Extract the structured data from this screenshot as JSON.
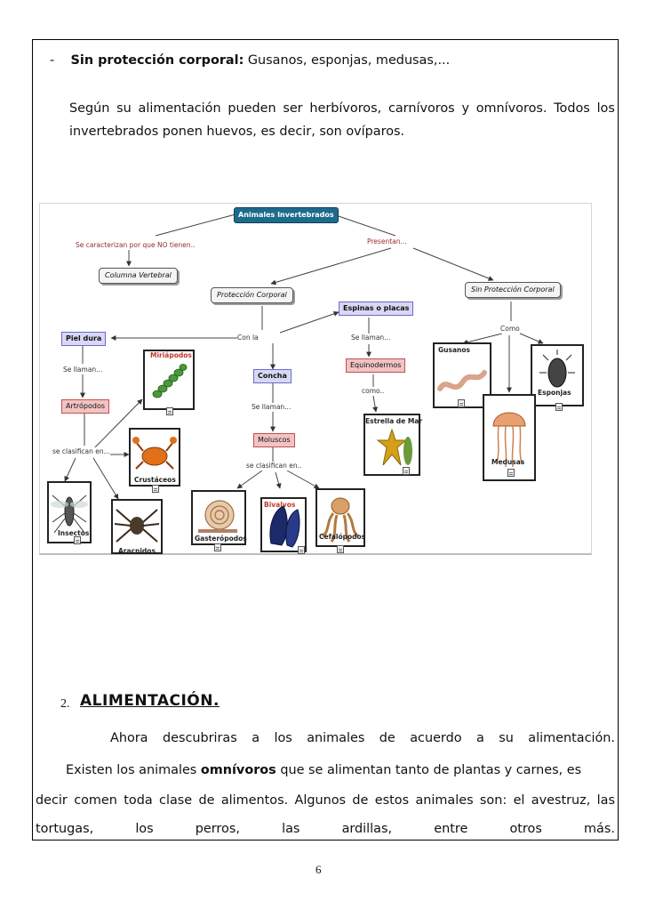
{
  "intro": {
    "bullet": "-",
    "bold_label": "Sin protección corporal:",
    "rest": " Gusanos, esponjas, medusas,...",
    "para_line1_words": [
      "Según",
      "su",
      "alimentación",
      "pueden",
      "ser",
      "herbívoros,",
      "carnívoros",
      "y",
      "omnívoros.",
      "Todos",
      "los"
    ],
    "para_line2": "invertebrados ponen huevos, es decir, son ovíparos."
  },
  "concept_map": {
    "root": "Animales Invertebrados",
    "link_no_tienen": "Se caracterizan por que NO tienen..",
    "node_columna": "Columna Vertebral",
    "link_presentan": "Presentan...",
    "node_proteccion": "Protección Corporal",
    "node_sin_proteccion": "Sin Protección Corporal",
    "node_espinas": "Espinas o placas",
    "link_con_la": "Con la",
    "node_piel_dura": "Piel dura",
    "node_concha": "Concha",
    "link_se_llaman_1": "Se llaman...",
    "link_se_llaman_2": "Se llaman...",
    "link_se_llaman_3": "Se llaman...",
    "node_artropodos": "Artrópodos",
    "node_moluscos": "Moluscos",
    "node_equinodermos": "Equinodermos",
    "link_como_1": "como..",
    "link_como_2": "Como",
    "link_se_clasifican_1": "se clasifican en...",
    "link_se_clasifican_2": "se clasifican en..",
    "cap_miriapodos": "Miriápodos",
    "cap_crustaceos": "Crustáceos",
    "cap_insectos": "Insectos",
    "cap_aracnidos": "Aracnidos",
    "cap_gasteropodos": "Gasterópodos",
    "cap_bivalvos": "Bivalvos",
    "cap_cefalopodos": "Cefalópodos",
    "cap_estrella": "Estrella de Mar",
    "cap_gusanos": "Gusanos",
    "cap_esponjas": "Esponjas",
    "cap_medusas": "Medusas"
  },
  "section": {
    "number": "2.",
    "title": "ALIMENTACIÓN.",
    "line1_words": [
      "Ahora",
      "descubriras",
      "a",
      "los",
      "animales",
      "de",
      "acuerdo",
      "a",
      "su",
      "alimentación."
    ],
    "line2_pre": "Existen los animales",
    "line2_bold": "omnívoros",
    "line2_post": " que se alimentan tanto de plantas y carnes, es",
    "line3_words": [
      "decir",
      "comen",
      "toda",
      "clase",
      "de",
      "alimentos.",
      "Algunos",
      "de",
      "estos",
      "animales",
      "son:",
      "el",
      "avestruz,",
      "las"
    ],
    "line4_words": [
      "tortugas,",
      "los",
      "perros,",
      "las",
      "ardillas,",
      "entre",
      "otros",
      "más."
    ]
  },
  "page_number": "6"
}
